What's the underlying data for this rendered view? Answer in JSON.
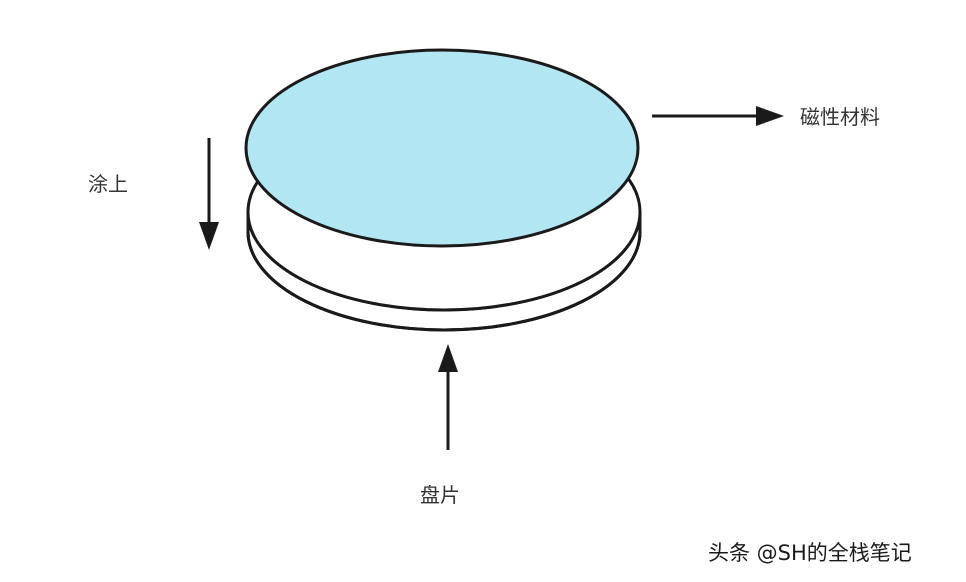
{
  "diagram": {
    "labels": {
      "coat": "涂上",
      "magnetic_material": "磁性材料",
      "platter": "盘片"
    },
    "watermark": "头条 @SH的全栈笔记",
    "colors": {
      "background": "#ffffff",
      "stroke": "#1a1a1a",
      "magnetic_layer_fill": "#b3e6f3",
      "platter_fill": "#ffffff",
      "text": "#333333"
    }
  }
}
